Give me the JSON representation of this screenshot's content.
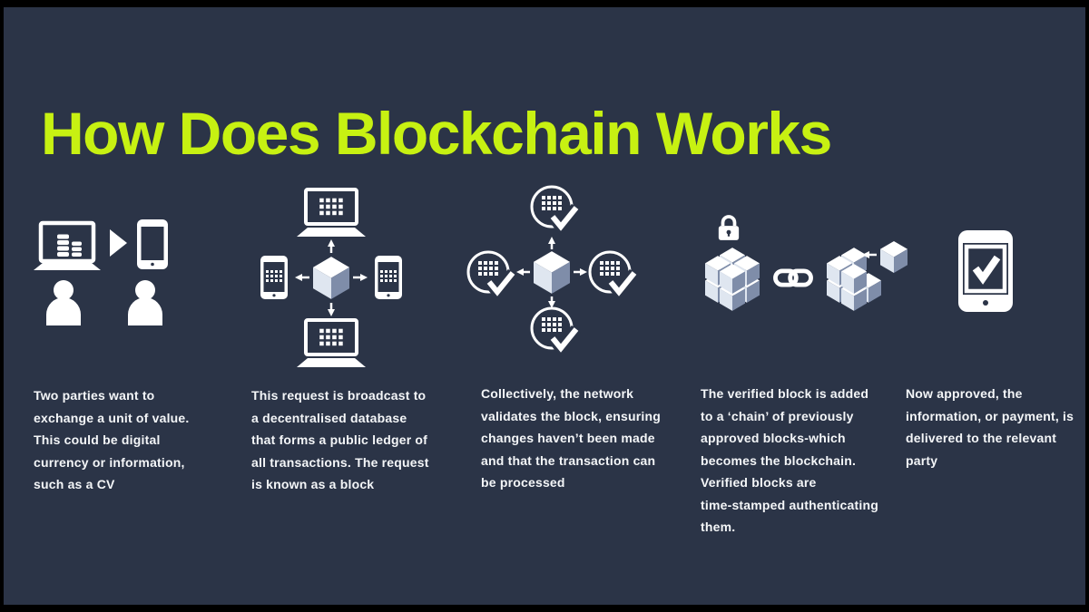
{
  "title": "How Does Blockchain Works",
  "colors": {
    "frame": "#000000",
    "background": "#2b3447",
    "title": "#c7f112",
    "text": "#f4f6f8",
    "icon": "#ffffff",
    "cube_top": "#ffffff",
    "cube_left": "#dfe6f0",
    "cube_right": "#7f8da9"
  },
  "steps": [
    {
      "name": "exchange-request",
      "icon": "two-parties-devices-icon",
      "lines": [
        "Two parties want to",
        "exchange a unit of value.",
        "This could be digital",
        "currency or information,",
        "such as a CV"
      ]
    },
    {
      "name": "broadcast",
      "icon": "cube-broadcast-network-icon",
      "lines": [
        "This request is broadcast to",
        "a decentralised database",
        "that forms a public ledger of",
        "all transactions. The request",
        "is known as a block"
      ]
    },
    {
      "name": "validation",
      "icon": "network-validation-check-icon",
      "lines": [
        "Collectively, the network",
        "validates the block, ensuring",
        "changes haven’t been made",
        "and that the transaction can",
        "be processed"
      ]
    },
    {
      "name": "chain",
      "icon": "blockchain-lock-chain-icon",
      "lines": [
        "The verified block is added",
        "to a ‘chain’ of previously",
        "approved blocks-which",
        "becomes the blockchain.",
        "Verified blocks are",
        "time-stamped authenticating",
        "them."
      ]
    },
    {
      "name": "delivery",
      "icon": "tablet-approved-icon",
      "lines": [
        "Now approved, the",
        "information, or payment, is",
        "delivered to the relevant",
        "party"
      ]
    }
  ]
}
